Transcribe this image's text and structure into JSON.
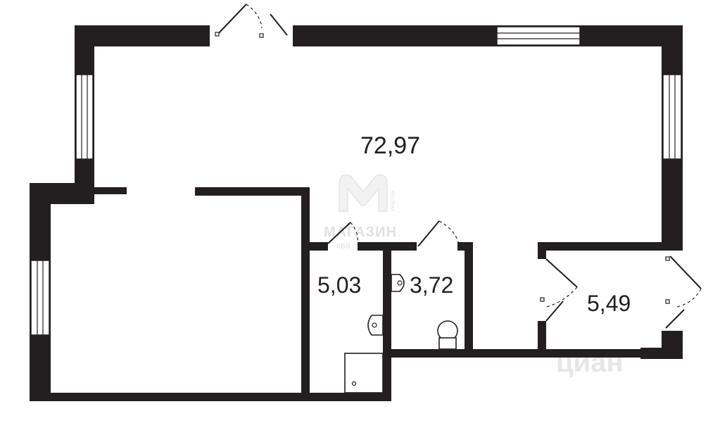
{
  "floor_plan": {
    "areas": {
      "main_room": "72,97",
      "bathroom": "5,03",
      "toilet": "3,72",
      "storage": "5,49"
    },
    "watermark": {
      "brand_line1": "МАГАЗИН",
      "brand_line2": "ква",
      "side_text": "квартир",
      "corner_text": "циан"
    },
    "colors": {
      "wall": "#231f20",
      "background": "#ffffff",
      "watermark": "#c9c9c9"
    }
  }
}
